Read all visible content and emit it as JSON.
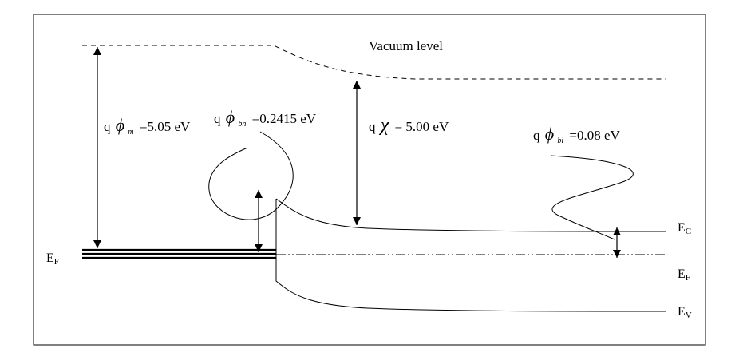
{
  "diagram": {
    "vacuum_level": "Vacuum level",
    "metal_work_function": {
      "prefix": "q",
      "symbol": "ϕ",
      "subscript": "m",
      "value": "=5.05 eV"
    },
    "barrier_height": {
      "prefix": "q",
      "symbol": "ϕ",
      "subscript": "bn",
      "value": "=0.2415 eV"
    },
    "electron_affinity": {
      "prefix": "q",
      "symbol": "χ",
      "value": "= 5.00 eV"
    },
    "built_in_potential": {
      "prefix": "q",
      "symbol": "ϕ",
      "subscript": "bi",
      "value": "=0.08 eV"
    },
    "fermi_level_metal": {
      "main": "E",
      "sub": "F"
    },
    "conduction_band": {
      "main": "E",
      "sub": "C"
    },
    "fermi_level_semiconductor": {
      "main": "E",
      "sub": "F"
    },
    "valence_band": {
      "main": "E",
      "sub": "V"
    }
  },
  "colors": {
    "line": "#000000",
    "background": "#ffffff"
  }
}
